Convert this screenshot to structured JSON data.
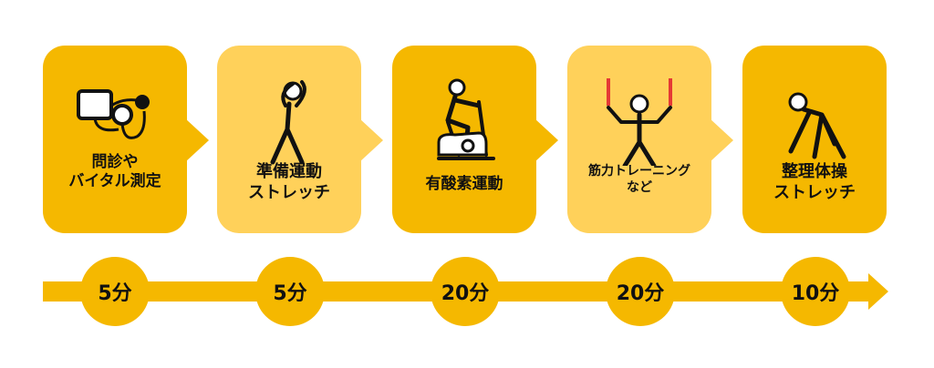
{
  "colors": {
    "strong": "#f5b800",
    "light": "#ffd15a",
    "ink": "#111111"
  },
  "steps": [
    {
      "icon": "blood-pressure-monitor-icon",
      "lines": [
        "問診や",
        "バイタル測定"
      ],
      "duration": "5分"
    },
    {
      "icon": "side-stretch-person-icon",
      "lines": [
        "準備運動",
        "ストレッチ"
      ],
      "duration": "5分"
    },
    {
      "icon": "exercise-bike-icon",
      "lines": [
        "有酸素運動"
      ],
      "duration": "20分"
    },
    {
      "icon": "resistance-band-person-icon",
      "lines": [
        "筋力トレーニング",
        "など"
      ],
      "duration": "20分"
    },
    {
      "icon": "bending-stretch-person-icon",
      "lines": [
        "整理体操",
        "ストレッチ"
      ],
      "duration": "10分"
    }
  ]
}
